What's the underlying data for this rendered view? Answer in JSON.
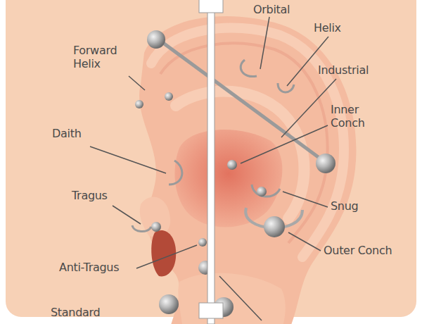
{
  "diagram": {
    "labels": [
      "Orbital",
      "Helix",
      "Forward Helix",
      "Industrial",
      "Inner Conch",
      "Daith",
      "Snug",
      "Tragus",
      "Outer Conch",
      "Anti-Tragus",
      "Standard"
    ]
  }
}
